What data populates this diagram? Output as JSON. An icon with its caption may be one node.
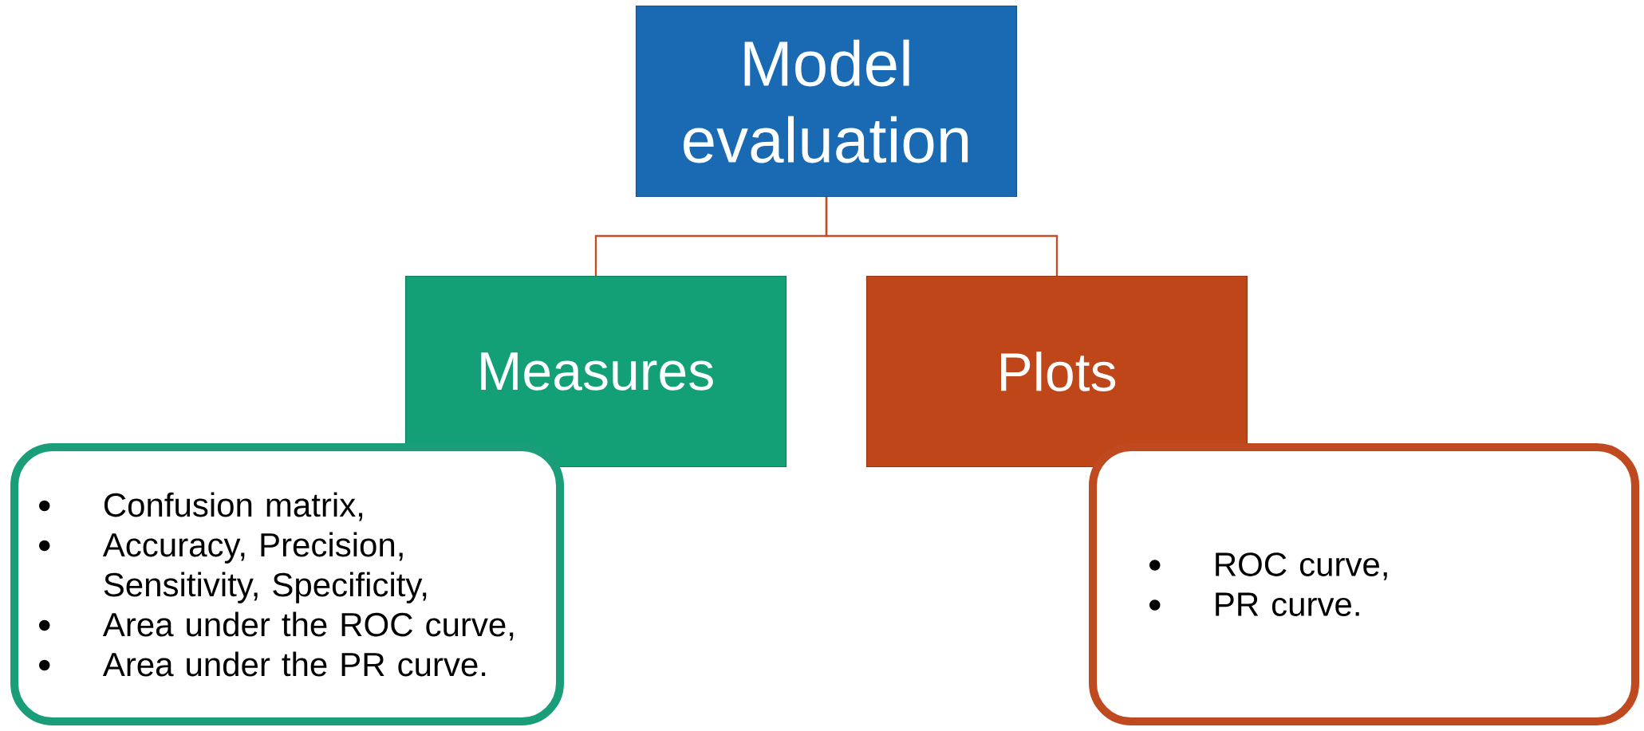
{
  "diagram": {
    "nodes": [
      {
        "text": [
          "Model evaluation"
        ]
      },
      {
        "text": [
          "Measures"
        ]
      },
      {
        "text": [
          "Plots"
        ]
      },
      {
        "text": [
          "Confusion matrix,",
          "Accuracy, Precision, Sensitivity, Specificity,",
          "Area under the ROC curve,",
          "Area under the PR curve."
        ]
      },
      {
        "text": [
          "ROC curve,",
          "PR curve."
        ]
      }
    ],
    "edges": [
      {
        "from": 0,
        "to": 1,
        "arrow": "none"
      },
      {
        "from": 0,
        "to": 2,
        "arrow": "none"
      }
    ]
  }
}
